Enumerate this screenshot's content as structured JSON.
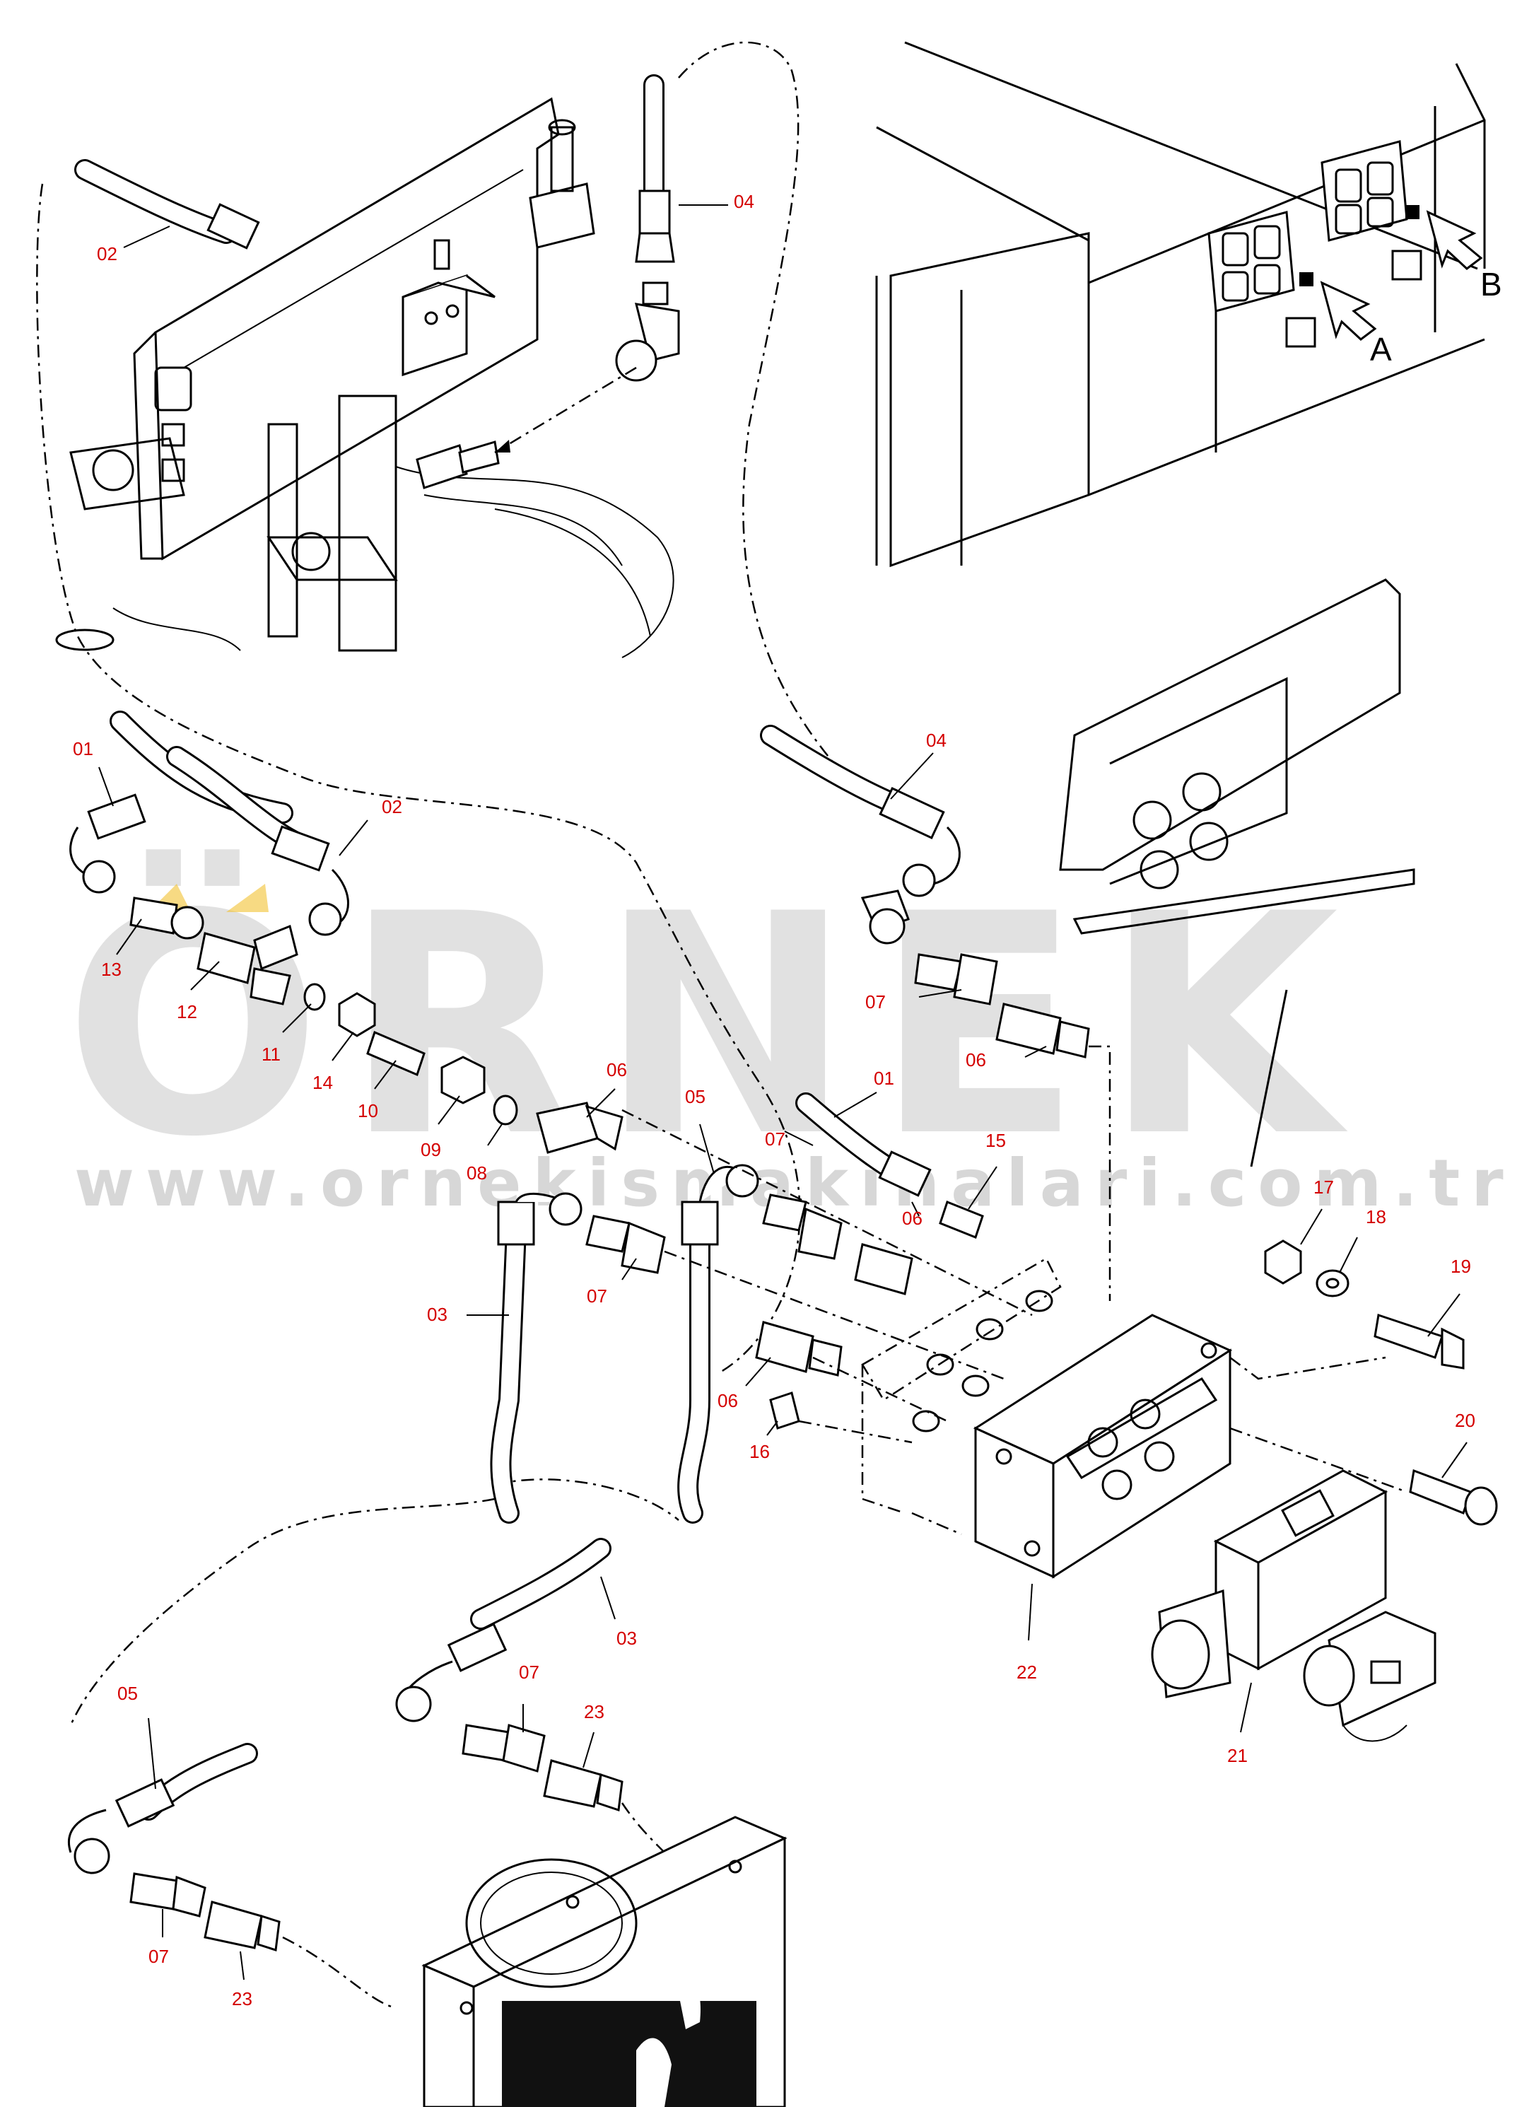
{
  "watermark": {
    "brand": "ÖRNEK",
    "url": "www.ornekismakinalari.com.tr"
  },
  "callouts": [
    {
      "id": "c-02-top",
      "text": "02"
    },
    {
      "id": "c-04-top",
      "text": "04"
    },
    {
      "id": "c-A",
      "text": "A"
    },
    {
      "id": "c-B",
      "text": "B"
    },
    {
      "id": "c-01-left",
      "text": "01"
    },
    {
      "id": "c-02-mid",
      "text": "02"
    },
    {
      "id": "c-04-mid",
      "text": "04"
    },
    {
      "id": "c-13",
      "text": "13"
    },
    {
      "id": "c-12",
      "text": "12"
    },
    {
      "id": "c-11",
      "text": "11"
    },
    {
      "id": "c-14",
      "text": "14"
    },
    {
      "id": "c-10",
      "text": "10"
    },
    {
      "id": "c-09",
      "text": "09"
    },
    {
      "id": "c-08",
      "text": "08"
    },
    {
      "id": "c-06-a",
      "text": "06"
    },
    {
      "id": "c-05-mid",
      "text": "05"
    },
    {
      "id": "c-07-mid",
      "text": "07"
    },
    {
      "id": "c-01-mid",
      "text": "01"
    },
    {
      "id": "c-06-b",
      "text": "06"
    },
    {
      "id": "c-15",
      "text": "15"
    },
    {
      "id": "c-07-right",
      "text": "07"
    },
    {
      "id": "c-06-right",
      "text": "06"
    },
    {
      "id": "c-07-left",
      "text": "07"
    },
    {
      "id": "c-03-left",
      "text": "03"
    },
    {
      "id": "c-06-c",
      "text": "06"
    },
    {
      "id": "c-16",
      "text": "16"
    },
    {
      "id": "c-17",
      "text": "17"
    },
    {
      "id": "c-18",
      "text": "18"
    },
    {
      "id": "c-19",
      "text": "19"
    },
    {
      "id": "c-20",
      "text": "20"
    },
    {
      "id": "c-22",
      "text": "22"
    },
    {
      "id": "c-21",
      "text": "21"
    },
    {
      "id": "c-03-low",
      "text": "03"
    },
    {
      "id": "c-07-low",
      "text": "07"
    },
    {
      "id": "c-23-low",
      "text": "23"
    },
    {
      "id": "c-05-low",
      "text": "05"
    },
    {
      "id": "c-07-bot",
      "text": "07"
    },
    {
      "id": "c-23-bot",
      "text": "23"
    }
  ],
  "colors": {
    "line": "#000000",
    "callout": "#d40000",
    "watermark": "#c9c9c9",
    "accent": "#f2c230"
  }
}
